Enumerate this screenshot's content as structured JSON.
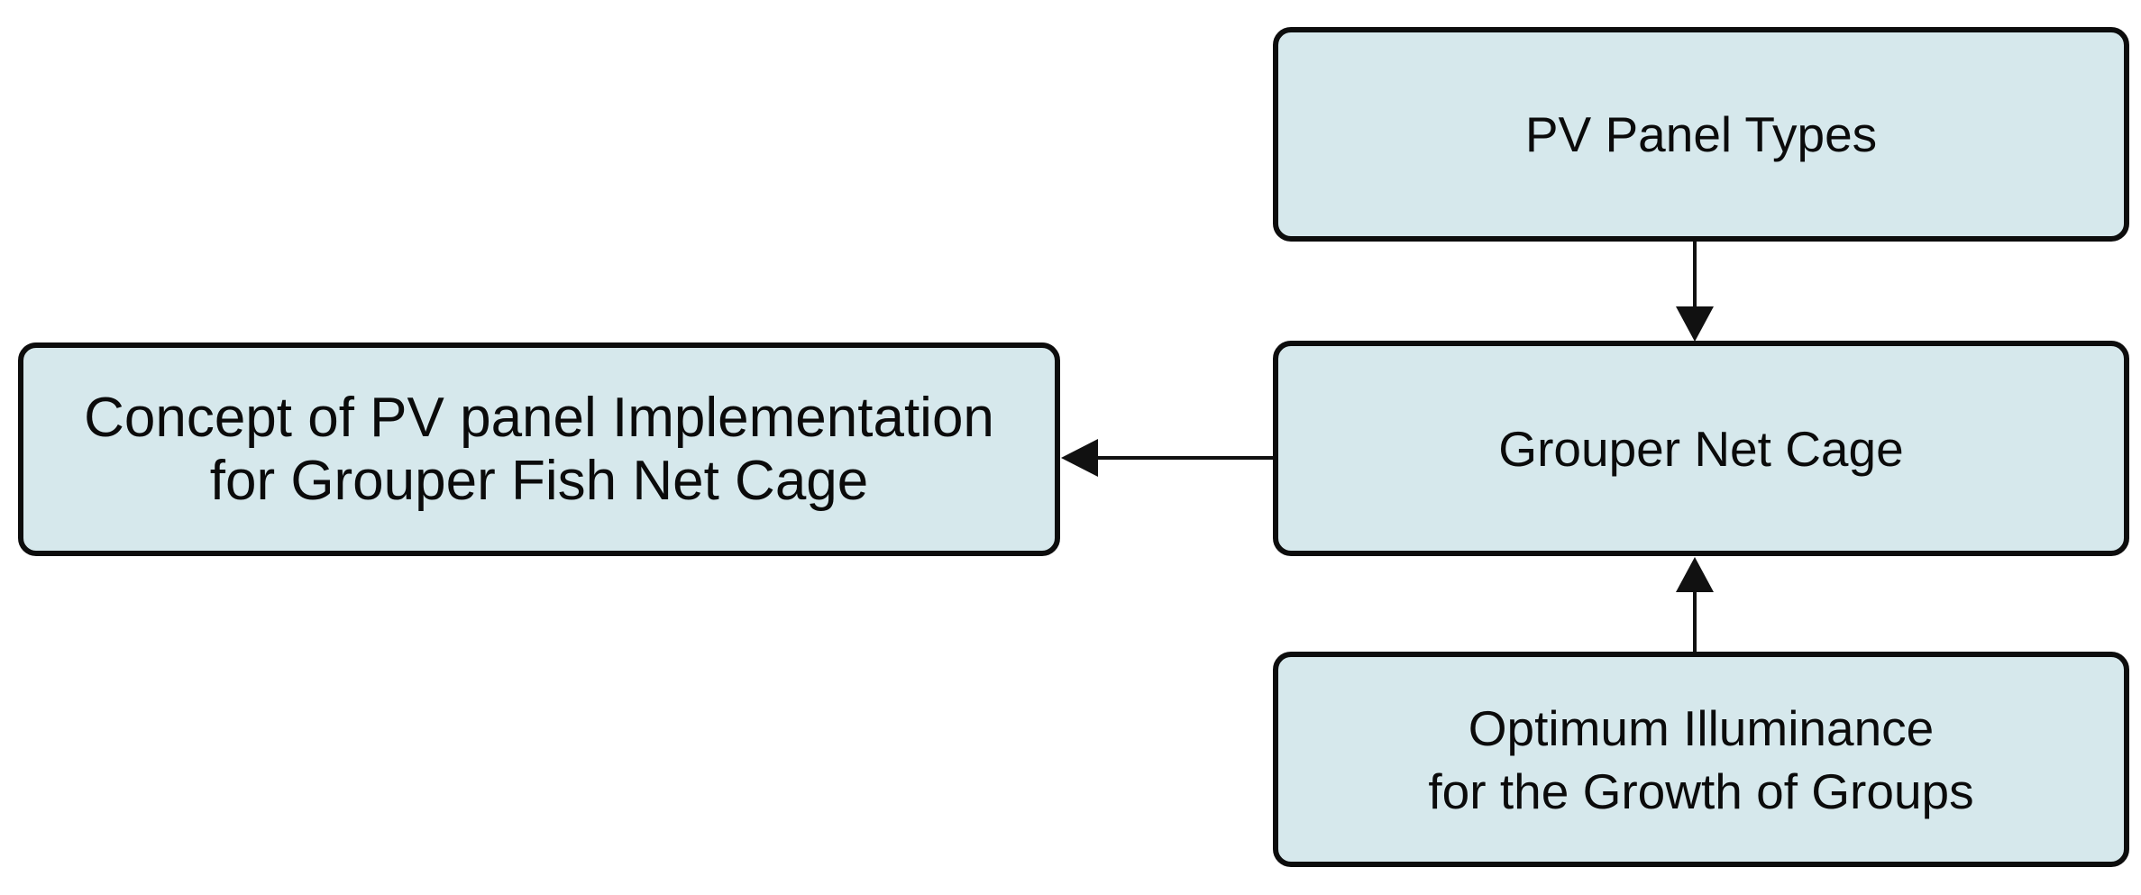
{
  "diagram": {
    "type": "flowchart",
    "colors": {
      "background": "#ffffff",
      "box_fill": "#d6e8ec",
      "box_border": "#0d0d0d",
      "arrow": "#111111",
      "text": "#0b0b0b"
    },
    "boxes": {
      "concept": {
        "lines": [
          "Concept of PV panel Implementation",
          "for Grouper Fish Net Cage"
        ]
      },
      "pv_panel_types": {
        "lines": [
          "PV Panel Types"
        ]
      },
      "grouper_net_cage": {
        "lines": [
          "Grouper Net Cage"
        ]
      },
      "optimum_illuminance": {
        "lines": [
          "Optimum Illuminance",
          "for the Growth of Groups"
        ]
      }
    },
    "arrows": [
      {
        "from": "pv_panel_types",
        "to": "grouper_net_cage",
        "direction": "down"
      },
      {
        "from": "optimum_illuminance",
        "to": "grouper_net_cage",
        "direction": "up"
      },
      {
        "from": "grouper_net_cage",
        "to": "concept",
        "direction": "left"
      }
    ]
  }
}
